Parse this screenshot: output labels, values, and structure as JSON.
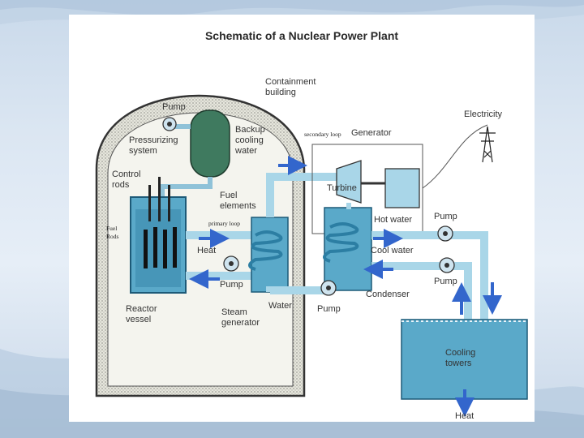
{
  "title": "Schematic of a Nuclear Power Plant",
  "labels": {
    "containment_building": [
      "Containment",
      "building"
    ],
    "pump_top": "Pump",
    "pressurizing_system": [
      "Pressurizing",
      "system"
    ],
    "backup_cooling_water": [
      "Backup",
      "cooling",
      "water"
    ],
    "control_rods": [
      "Control",
      "rods"
    ],
    "fuel_elements": [
      "Fuel",
      "elements"
    ],
    "fuel_rods": [
      "Fuel",
      "Rods"
    ],
    "primary_loop": "primary loop",
    "secondary_loop": "secondary loop",
    "heat_left": "Heat",
    "pump_left": "Pump",
    "reactor_vessel": [
      "Reactor",
      "vessel"
    ],
    "steam_generator": [
      "Steam",
      "generator"
    ],
    "water": "Water",
    "pump_bottom": "Pump",
    "generator": "Generator",
    "electricity": "Electricity",
    "turbine": "Turbine",
    "hot_water": "Hot water",
    "cool_water": "Cool water",
    "pump_right_top": "Pump",
    "pump_right_bottom": "Pump",
    "condenser": "Condenser",
    "cooling_towers": [
      "Cooling",
      "towers"
    ],
    "heat_bottom": "Heat"
  },
  "colors": {
    "dome_fill": "#eaeae2",
    "dome_stipple": "#4a4a4a",
    "water": "#5aa9c9",
    "water_dark": "#2c7ea3",
    "pipe": "#a9d6e8",
    "arrow": "#3366cc",
    "tank_green": "#3f7a5f"
  }
}
